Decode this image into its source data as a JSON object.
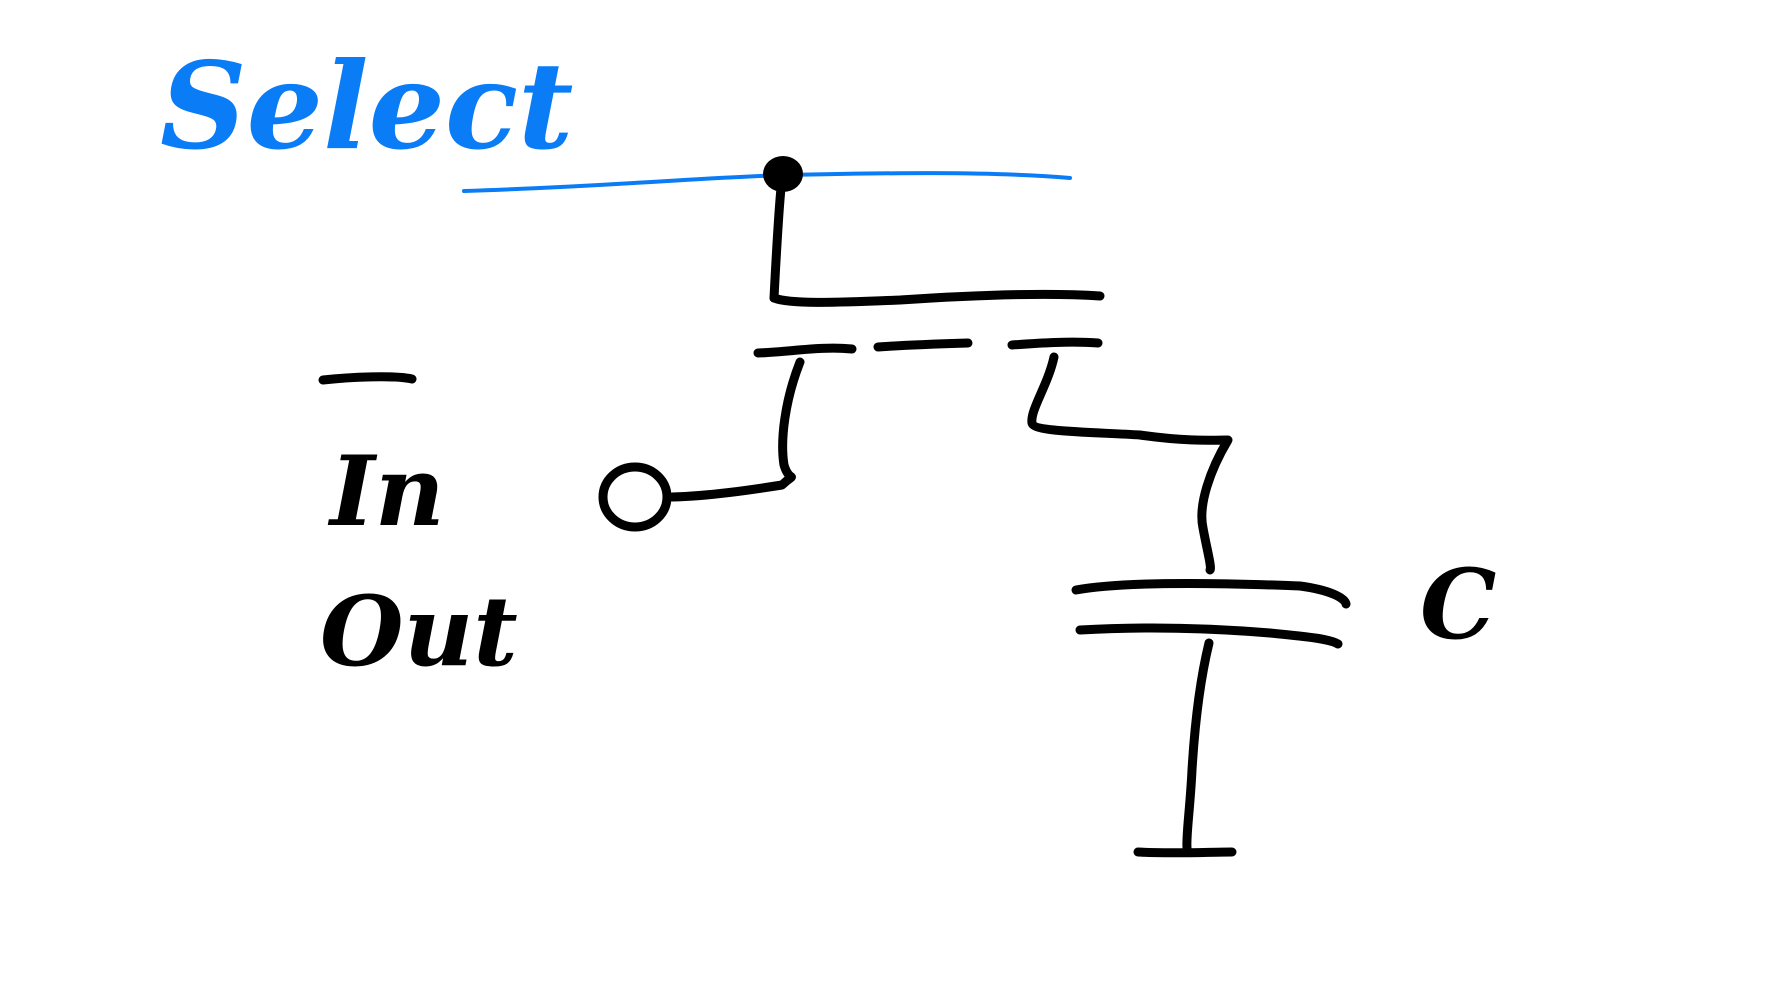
{
  "diagram": {
    "select_label": "Select",
    "in_label": "In",
    "out_label": "Out",
    "capacitor_label": "C",
    "colors": {
      "select": "#0a7cf5",
      "ink": "#000000",
      "background": "#ffffff"
    }
  }
}
